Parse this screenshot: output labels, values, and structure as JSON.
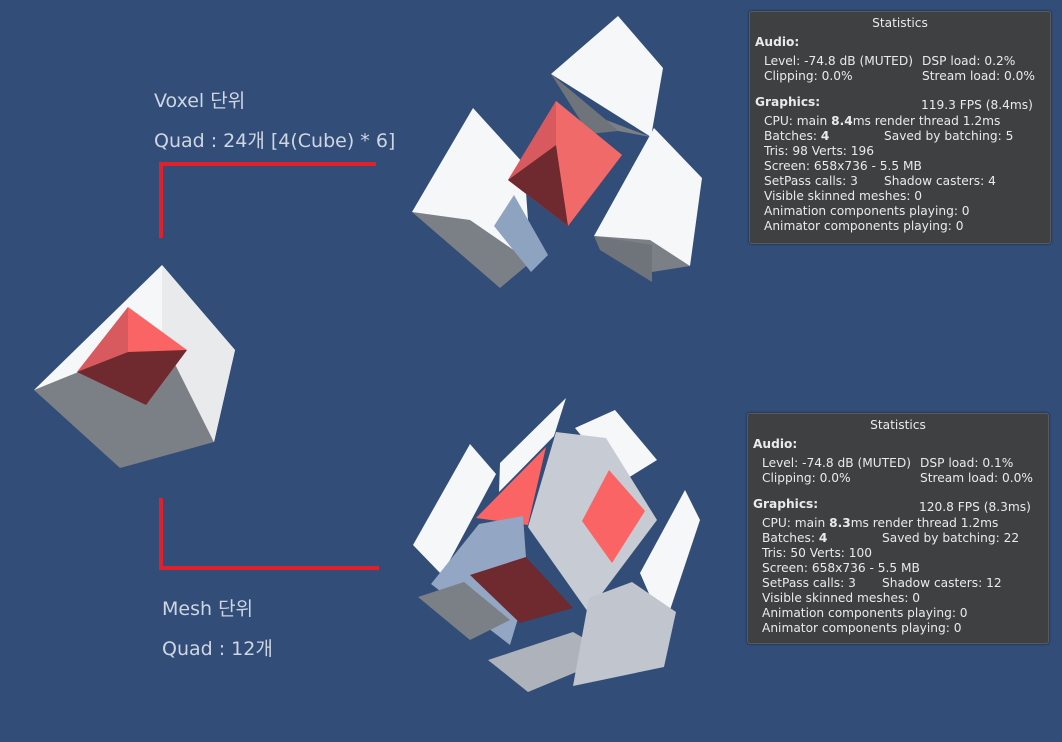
{
  "labels": {
    "voxel_title": "Voxel 단위",
    "voxel_quads": "Quad : 24개 [4(Cube) * 6]",
    "mesh_title": "Mesh 단위",
    "mesh_quads": "Quad : 12개"
  },
  "colors": {
    "background": "#314d78",
    "connector": "#e0202a",
    "cube_light": "#f6f7f8",
    "cube_shade": "#7b7f86",
    "red_face": "#fa6464",
    "red_dark": "#6e2a2f",
    "panel": "#404040"
  },
  "stats_top": {
    "title": "Statistics",
    "audio_header": "Audio:",
    "level": "Level: -74.8 dB (MUTED)",
    "dsp_load": "DSP load: 0.2%",
    "clipping": "Clipping: 0.0%",
    "stream_load": "Stream load: 0.0%",
    "graphics_header": "Graphics:",
    "fps": "119.3 FPS (8.4ms)",
    "cpu_prefix": "CPU: main ",
    "cpu_main": "8.4",
    "cpu_suffix": "ms  render thread 1.2ms",
    "batches_prefix": "Batches: ",
    "batches": "4",
    "saved_batching": "Saved by batching: 5",
    "tris_verts": "Tris: 98   Verts: 196",
    "screen": "Screen: 658x736 - 5.5 MB",
    "setpass": "SetPass calls: 3",
    "shadow_casters": "Shadow casters: 4",
    "skinned": "Visible skinned meshes: 0",
    "animation": "Animation components playing: 0",
    "animator": "Animator components playing: 0"
  },
  "stats_bottom": {
    "title": "Statistics",
    "audio_header": "Audio:",
    "level": "Level: -74.8 dB (MUTED)",
    "dsp_load": "DSP load: 0.1%",
    "clipping": "Clipping: 0.0%",
    "stream_load": "Stream load: 0.0%",
    "graphics_header": "Graphics:",
    "fps": "120.8 FPS (8.3ms)",
    "cpu_prefix": "CPU: main ",
    "cpu_main": "8.3",
    "cpu_suffix": "ms  render thread 1.2ms",
    "batches_prefix": "Batches: ",
    "batches": "4",
    "saved_batching": "Saved by batching: 22",
    "tris_verts": "Tris: 50   Verts: 100",
    "screen": "Screen: 658x736 - 5.5 MB",
    "setpass": "SetPass calls: 3",
    "shadow_casters": "Shadow casters: 12",
    "skinned": "Visible skinned meshes: 0",
    "animation": "Animation components playing: 0",
    "animator": "Animator components playing: 0"
  }
}
